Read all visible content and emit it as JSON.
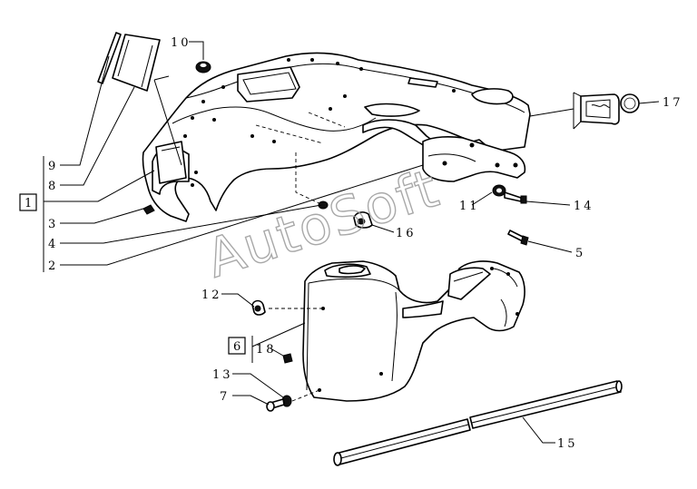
{
  "diagram": {
    "watermark": "AutoSoft",
    "callouts": [
      {
        "id": "c-10",
        "label": "10"
      },
      {
        "id": "c-17",
        "label": "17"
      },
      {
        "id": "c-9",
        "label": "9"
      },
      {
        "id": "c-8",
        "label": "8"
      },
      {
        "id": "c-1",
        "label": "1",
        "boxed": true
      },
      {
        "id": "c-3",
        "label": "3"
      },
      {
        "id": "c-4",
        "label": "4"
      },
      {
        "id": "c-2",
        "label": "2"
      },
      {
        "id": "c-11",
        "label": "11"
      },
      {
        "id": "c-14",
        "label": "14"
      },
      {
        "id": "c-16",
        "label": "16"
      },
      {
        "id": "c-5",
        "label": "5"
      },
      {
        "id": "c-12",
        "label": "12"
      },
      {
        "id": "c-6",
        "label": "6",
        "boxed": true
      },
      {
        "id": "c-18",
        "label": "18"
      },
      {
        "id": "c-13",
        "label": "13"
      },
      {
        "id": "c-7",
        "label": "7"
      },
      {
        "id": "c-15",
        "label": "15"
      }
    ]
  }
}
